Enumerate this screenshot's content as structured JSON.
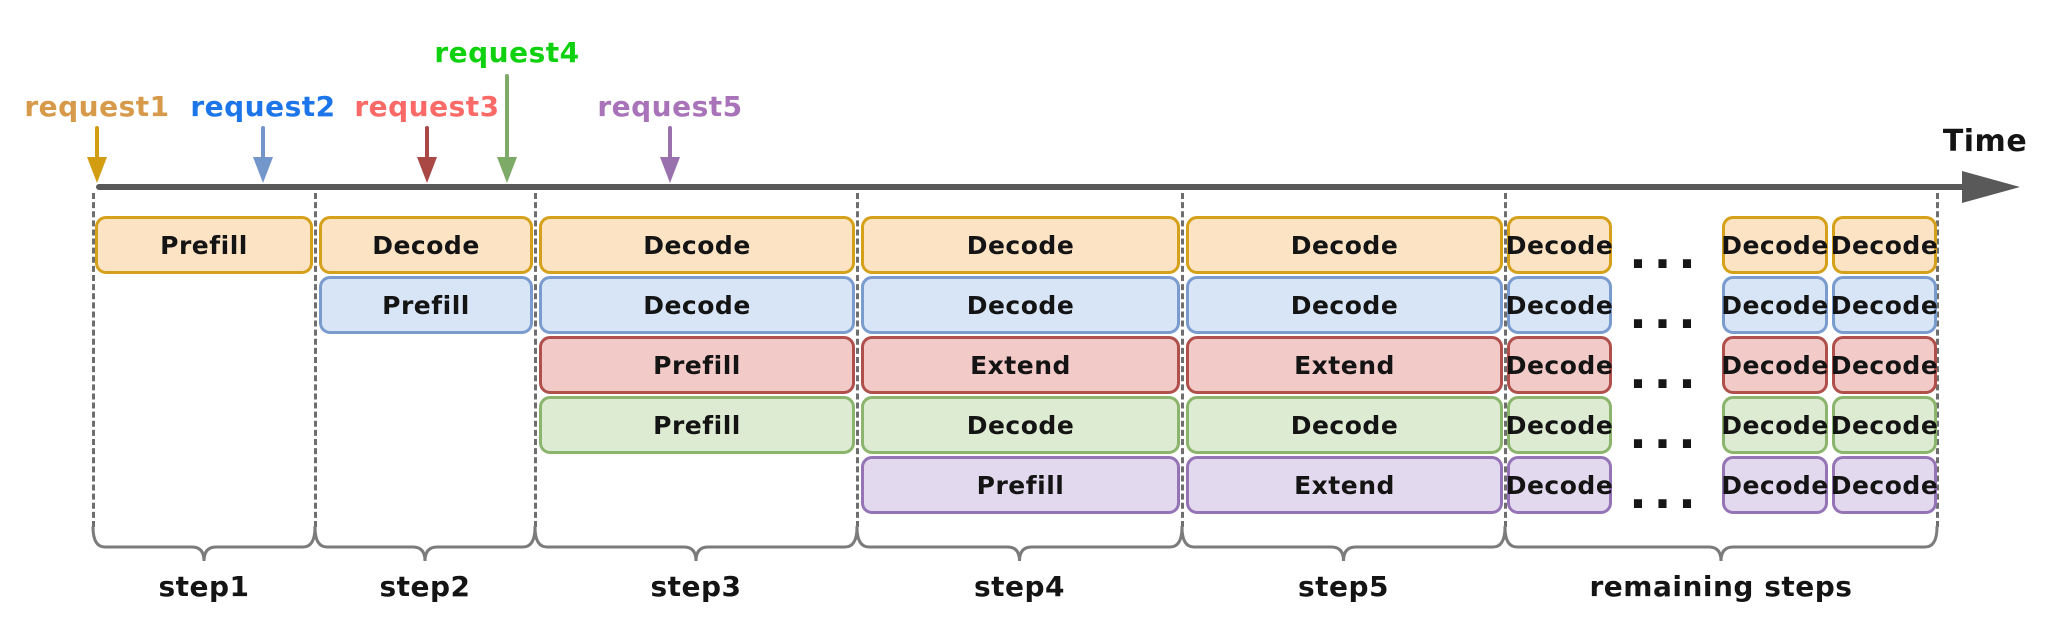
{
  "timeline": {
    "label": "Time",
    "line_color": "#595959"
  },
  "requests": [
    {
      "name": "request1",
      "text_color": "#D7994A",
      "arrow_color": "#D29D11"
    },
    {
      "name": "request2",
      "text_color": "#1C76E9",
      "arrow_color": "#7396CB"
    },
    {
      "name": "request3",
      "text_color": "#FB6A66",
      "arrow_color": "#AA4845"
    },
    {
      "name": "request4",
      "text_color": "#0FD10F",
      "arrow_color": "#7DAA67"
    },
    {
      "name": "request5",
      "text_color": "#A973B9",
      "arrow_color": "#9972AD"
    }
  ],
  "steps": [
    {
      "label": "step1"
    },
    {
      "label": "step2"
    },
    {
      "label": "step3"
    },
    {
      "label": "step4"
    },
    {
      "label": "step5"
    },
    {
      "label": "remaining steps"
    }
  ],
  "themes": {
    "orange": {
      "fill": "#FCE3C4",
      "border": "#D5A01A"
    },
    "blue": {
      "fill": "#D7E5F6",
      "border": "#7A9BCE"
    },
    "red": {
      "fill": "#F2CAC8",
      "border": "#B0504C"
    },
    "green": {
      "fill": "#DCEBD1",
      "border": "#8BB46D"
    },
    "purple": {
      "fill": "#E3D9EE",
      "border": "#9574B5"
    }
  },
  "schedule": {
    "rows": [
      {
        "request": "request1",
        "theme": "orange",
        "ops": {
          "step1": "Prefill",
          "step2": "Decode",
          "step3": "Decode",
          "step4": "Decode",
          "step5": "Decode",
          "cont1": "Decode",
          "cont2": "Decode",
          "cont3": "Decode"
        }
      },
      {
        "request": "request2",
        "theme": "blue",
        "ops": {
          "step2": "Prefill",
          "step3": "Decode",
          "step4": "Decode",
          "step5": "Decode",
          "cont1": "Decode",
          "cont2": "Decode",
          "cont3": "Decode"
        }
      },
      {
        "request": "request3",
        "theme": "red",
        "ops": {
          "step3": "Prefill",
          "step4": "Extend",
          "step5": "Extend",
          "cont1": "Decode",
          "cont2": "Decode",
          "cont3": "Decode"
        }
      },
      {
        "request": "request4",
        "theme": "green",
        "ops": {
          "step3": "Prefill",
          "step4": "Decode",
          "step5": "Decode",
          "cont1": "Decode",
          "cont2": "Decode",
          "cont3": "Decode"
        }
      },
      {
        "request": "request5",
        "theme": "purple",
        "ops": {
          "step4": "Prefill",
          "step5": "Extend",
          "cont1": "Decode",
          "cont2": "Decode",
          "cont3": "Decode"
        }
      }
    ]
  },
  "ellipsis": "...",
  "brace_color": "#7b7b7b",
  "dash_color": "#6e6e6e",
  "text_color": "#141414"
}
